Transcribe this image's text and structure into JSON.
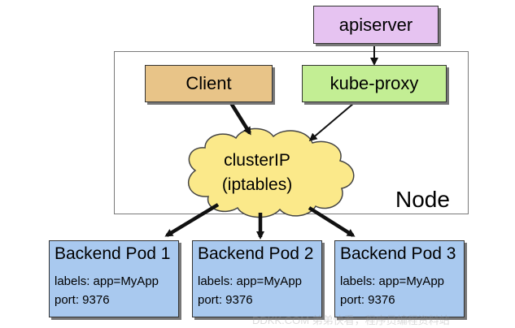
{
  "diagram": {
    "apiserver": "apiserver",
    "client": "Client",
    "kube_proxy": "kube-proxy",
    "cluster_ip_line1": "clusterIP",
    "cluster_ip_line2": "(iptables)",
    "node": "Node",
    "pods": [
      {
        "title": "Backend Pod 1",
        "labels": "labels: app=MyApp",
        "port": "port: 9376"
      },
      {
        "title": "Backend Pod 2",
        "labels": "labels: app=MyApp",
        "port": "port: 9376"
      },
      {
        "title": "Backend Pod 3",
        "labels": "labels: app=MyApp",
        "port": "port: 9376"
      }
    ]
  },
  "colors": {
    "apiserver_fill": "#e6c3f1",
    "client_fill": "#e8c488",
    "kube_proxy_fill": "#c3ee94",
    "cloud_fill": "#fbe98a",
    "pod_fill": "#a9c9ef",
    "arrow": "#111111"
  },
  "watermark": "DDKK.COM 弟弟快看，程序员编程资料站"
}
